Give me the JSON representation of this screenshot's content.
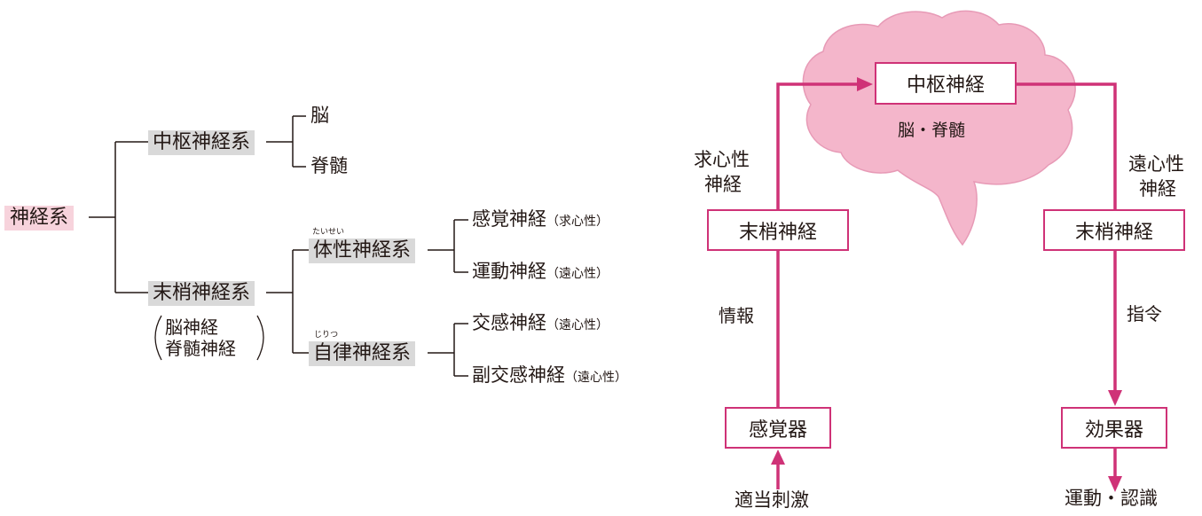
{
  "tree": {
    "root": "神経系",
    "central": {
      "label": "中枢神経系",
      "children": [
        "脳",
        "脊髄"
      ]
    },
    "peripheral": {
      "label": "末梢神経系",
      "note_line1": "脳神経",
      "note_line2": "脊髄神経",
      "somatic": {
        "label": "体性神経系",
        "ruby": "たいせい",
        "children": [
          {
            "label": "感覚神経",
            "paren": "（求心性）"
          },
          {
            "label": "運動神経",
            "paren": "（遠心性）"
          }
        ]
      },
      "autonomic": {
        "label": "自律神経系",
        "ruby": "じりつ",
        "children": [
          {
            "label": "交感神経",
            "paren": "（遠心性）"
          },
          {
            "label": "副交感神経",
            "paren": "（遠心性）"
          }
        ]
      }
    }
  },
  "flow": {
    "center_box": "中枢神経",
    "brain_label": "脳・脊髄",
    "afferent_label_line1": "求心性",
    "afferent_label_line2": "神経",
    "efferent_label_line1": "遠心性",
    "efferent_label_line2": "神経",
    "left_peripheral_box": "末梢神経",
    "right_peripheral_box": "末梢神経",
    "info_label": "情報",
    "command_label": "指令",
    "receptor_box": "感覚器",
    "effector_box": "効果器",
    "stimulus_label": "適当刺激",
    "response_label": "運動・認識",
    "colors": {
      "arrow": "#cf3277",
      "brain_fill": "#f4b6cb",
      "tree_line": "#231815"
    }
  }
}
